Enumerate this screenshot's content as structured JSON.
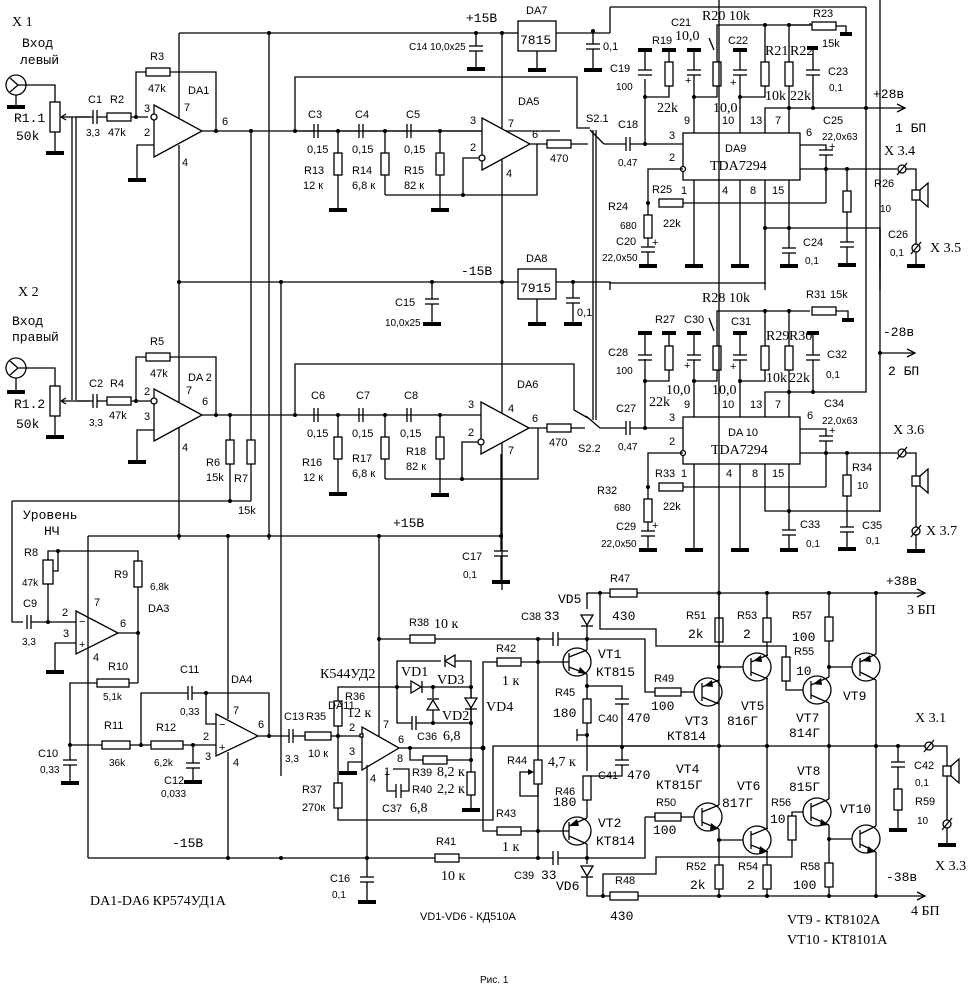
{
  "figure": {
    "caption": "Рис. 1",
    "note_opamps": "DA1-DA6 КР574УД1А",
    "note_diodes": "VD1-VD6 - КД510А",
    "note_vt9": "VT9 - КТ8102А",
    "note_vt10": "VT10 - КТ8101А"
  },
  "connectors": {
    "x1": "X 1",
    "x1_desc1": "Вход",
    "x1_desc2": "левый",
    "x2": "X 2",
    "x2_desc1": "Вход",
    "x2_desc2": "правый",
    "x34": "X 3.4",
    "x35": "X 3.5",
    "x36": "X 3.6",
    "x37": "X 3.7",
    "x31": "X 3.1",
    "x33": "X 3.3"
  },
  "rails": {
    "p15_top": "+15В",
    "m15_mid": "-15В",
    "p15_low": "+15В",
    "m15_bot": "-15В",
    "p28": "+28в",
    "p28_bp": "1 БП",
    "m28": "-28в",
    "m28_bp": "2 БП",
    "p38": "+38в",
    "p38_bp": "3 БП",
    "m38": "-38в",
    "m38_bp": "4 БП"
  },
  "level_control": {
    "line1": "Уровень",
    "line2": "НЧ"
  },
  "ics": {
    "da1": "DA1",
    "da2": "DA 2",
    "da3": "DA3",
    "da4": "DA4",
    "da5": "DA5",
    "da6": "DA6",
    "da7": "DA7",
    "da7_type": "7815",
    "da8": "DA8",
    "da8_type": "7915",
    "da9": "DA9",
    "da9_type": "TDA7294",
    "da10": "DA 10",
    "da10_type": "TDA7294",
    "da11": "DA11",
    "da11_type": "К544УД2"
  },
  "components": {
    "r1_1": [
      "R1.1",
      "50k"
    ],
    "r1_2": [
      "R1.2",
      "50k"
    ],
    "c1": [
      "C1",
      "3,3"
    ],
    "r2": [
      "R2",
      "47k"
    ],
    "r3": [
      "R3",
      "47k"
    ],
    "c2": [
      "C2",
      "3,3"
    ],
    "r4": [
      "R4",
      "47k"
    ],
    "r5": [
      "R5",
      "47k"
    ],
    "r6": [
      "R6",
      "15k"
    ],
    "r7": [
      "R7",
      "15k"
    ],
    "c3": [
      "C3",
      "0,15"
    ],
    "c4": [
      "C4",
      "0,15"
    ],
    "c5": [
      "C5",
      "0,15"
    ],
    "r13": [
      "R13",
      "12 к"
    ],
    "r14": [
      "R14",
      "6,8 к"
    ],
    "r15": [
      "R15",
      "82 к"
    ],
    "c6": [
      "C6",
      "0,15"
    ],
    "c7": [
      "C7",
      "0,15"
    ],
    "c8": [
      "C8",
      "0,15"
    ],
    "r16": [
      "R16",
      "12 к"
    ],
    "r17": [
      "R17",
      "6,8 к"
    ],
    "r18": [
      "R18",
      "82 к"
    ],
    "r_da5_out": "470",
    "r_da6_out": "470",
    "s21": "S2.1",
    "s22": "S2.2",
    "c14": "C14 10,0x25",
    "c15": [
      "C15",
      "10,0x25"
    ],
    "c_da7": "0,1",
    "c_da8": "0,1",
    "c17": [
      "C17",
      "0,1"
    ],
    "c18": [
      "C18",
      "0,47"
    ],
    "c19": [
      "C19",
      "100"
    ],
    "r19": [
      "R19",
      "22k"
    ],
    "c21": [
      "C21",
      "10,0"
    ],
    "r20": [
      "R20",
      "10k"
    ],
    "c22": [
      "C22",
      "10,0"
    ],
    "r21": [
      "R21",
      "10k"
    ],
    "r22": [
      "R22",
      "22k"
    ],
    "r23": [
      "R23",
      "15k"
    ],
    "c23": [
      "C23",
      "0,1"
    ],
    "c25": [
      "C25",
      "22,0x63"
    ],
    "r24": [
      "R24",
      "680"
    ],
    "r25": [
      "R25",
      "22k"
    ],
    "c20": [
      "C20",
      "22,0x50"
    ],
    "c24": [
      "C24",
      "0,1"
    ],
    "r26": [
      "R26",
      "10"
    ],
    "c26": [
      "C26",
      "0,1"
    ],
    "c27": [
      "C27",
      "0,47"
    ],
    "c28": [
      "C28",
      "100"
    ],
    "r27": [
      "R27",
      "22k"
    ],
    "c30": [
      "C30",
      "10,0"
    ],
    "r28": [
      "R28",
      "10k"
    ],
    "c31": [
      "C31",
      "10,0"
    ],
    "r29": [
      "R29",
      "10k"
    ],
    "r30": [
      "R30",
      "22k"
    ],
    "r31": [
      "R31",
      "15k"
    ],
    "c32": [
      "C32",
      "0,1"
    ],
    "c34": [
      "C34",
      "22,0x63"
    ],
    "r32": [
      "R32",
      "680"
    ],
    "r33": [
      "R33",
      "22k"
    ],
    "c29": [
      "C29",
      "22,0x50"
    ],
    "c33": [
      "C33",
      "0,1"
    ],
    "r34": [
      "R34",
      "10"
    ],
    "c35": [
      "C35",
      "0,1"
    ],
    "r8": [
      "R8",
      "47k"
    ],
    "r9": [
      "R9",
      "6,8k"
    ],
    "c9": [
      "C9",
      "3,3"
    ],
    "r10": [
      "R10",
      "5,1k"
    ],
    "c10": [
      "C10",
      "0,33"
    ],
    "r11": [
      "R11",
      "36k"
    ],
    "r12": [
      "R12",
      "6,2k"
    ],
    "c11": [
      "C11",
      "0,33"
    ],
    "c12": [
      "C12",
      "0,033"
    ],
    "c13": [
      "C13",
      "3,3"
    ],
    "r35": [
      "R35",
      "10 к"
    ],
    "r36": [
      "R36",
      "12 к"
    ],
    "r37": [
      "R37",
      "270к"
    ],
    "r38": [
      "R38",
      "10 к"
    ],
    "r39": [
      "R39",
      "8,2 к"
    ],
    "r40": [
      "R40",
      "2,2 к"
    ],
    "c36": [
      "C36",
      "6,8"
    ],
    "c37": [
      "C37",
      "6,8"
    ],
    "c16": [
      "C16",
      "0,1"
    ],
    "r41": [
      "R41",
      "10 к"
    ],
    "vd1": "VD1",
    "vd2": "VD2",
    "vd3": "VD3",
    "vd4": "VD4",
    "vd5": "VD5",
    "vd6": "VD6",
    "r42": [
      "R42",
      "1 к"
    ],
    "r43": [
      "R43",
      "1 к"
    ],
    "r44": [
      "R44",
      "4,7 к"
    ],
    "r45": [
      "R45",
      "180"
    ],
    "r46": [
      "R46",
      "180"
    ],
    "c38": [
      "C38",
      "33"
    ],
    "c39": [
      "C39",
      "33"
    ],
    "c40": [
      "C40",
      "470"
    ],
    "c41": [
      "C41",
      "470"
    ],
    "r47": [
      "R47",
      "430"
    ],
    "r48": [
      "R48",
      "430"
    ],
    "r49": [
      "R49",
      "100"
    ],
    "r50": [
      "R50",
      "100"
    ],
    "r51": [
      "R51",
      "2k"
    ],
    "r52": [
      "R52",
      "2k"
    ],
    "r53": [
      "R53",
      "2"
    ],
    "r54": [
      "R54",
      "2"
    ],
    "r55": [
      "R55",
      "10"
    ],
    "r56": [
      "R56",
      "10"
    ],
    "r57": [
      "R57",
      "100"
    ],
    "r58": [
      "R58",
      "100"
    ],
    "c42": [
      "C42",
      "0,1"
    ],
    "r59": [
      "R59",
      "10"
    ],
    "vt1": [
      "VT1",
      "КТ815"
    ],
    "vt2": [
      "VT2",
      "КТ814"
    ],
    "vt3": [
      "VT3",
      "КТ814"
    ],
    "vt4": [
      "VT4",
      "КТ815Г"
    ],
    "vt5": [
      "VT5",
      "816Г"
    ],
    "vt6": [
      "VT6",
      "817Г"
    ],
    "vt7": [
      "VT7",
      "814Г"
    ],
    "vt8": [
      "VT8",
      "815Г"
    ],
    "vt9": "VT9",
    "vt10": "VT10"
  },
  "pins": {
    "da1": [
      "3",
      "2",
      "7",
      "4",
      "6"
    ],
    "da2": [
      "2",
      "3",
      "7",
      "4",
      "6"
    ],
    "da5": [
      "3",
      "2",
      "7",
      "4",
      "6"
    ],
    "da6": [
      "3",
      "2",
      "4",
      "7",
      "6"
    ],
    "da3": [
      "2",
      "3",
      "7",
      "4",
      "6"
    ],
    "da4": [
      "2",
      "3",
      "7",
      "4",
      "6"
    ],
    "da11": [
      "2",
      "3",
      "7",
      "4",
      "6",
      "8",
      "1"
    ],
    "tda_top": [
      "9",
      "10",
      "13",
      "7"
    ],
    "tda_left": [
      "3",
      "2"
    ],
    "tda_bot": [
      "1",
      "4",
      "8",
      "15"
    ],
    "tda_right": "6"
  }
}
